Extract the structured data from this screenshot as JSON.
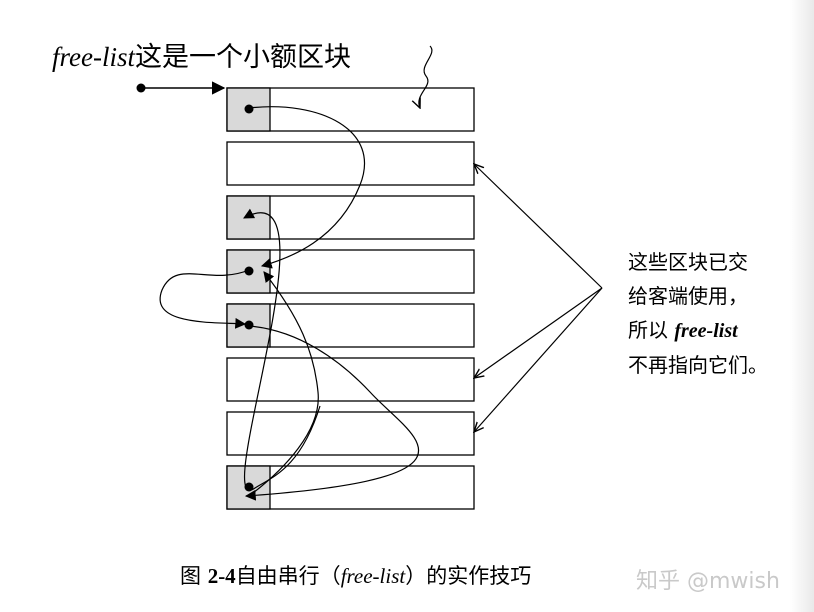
{
  "top_label": {
    "code": "free-list",
    "text": "这是一个小额区块"
  },
  "side_note": {
    "line1": "这些区块已交",
    "line2": "给客端使用，",
    "line3_prefix": "所以 ",
    "line3_code": "free-list",
    "line4": "不再指向它们。"
  },
  "caption": {
    "fig": "图 ",
    "num": "2-4",
    "text1": "自由串行（",
    "code": "free-list",
    "text2": "）的实作技巧"
  },
  "watermark": "知乎 @mwish",
  "colors": {
    "block_fill": "#ffffff",
    "slot_fill": "#d9d9d9",
    "stroke": "#000000"
  },
  "blocks": [
    {
      "slot": true,
      "dot": true
    },
    {
      "slot": false,
      "dot": false
    },
    {
      "slot": true,
      "dot": false
    },
    {
      "slot": true,
      "dot": true
    },
    {
      "slot": true,
      "dot": true
    },
    {
      "slot": false,
      "dot": false
    },
    {
      "slot": false,
      "dot": false
    },
    {
      "slot": true,
      "dot": true
    }
  ]
}
